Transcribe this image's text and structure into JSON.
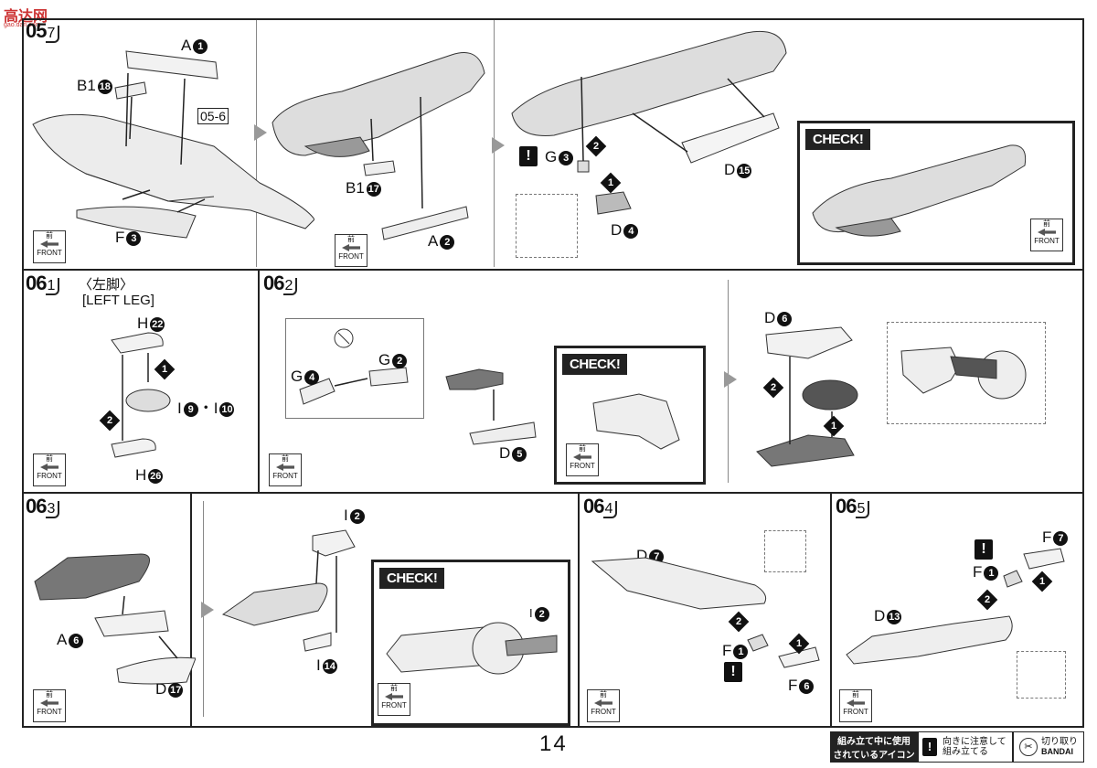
{
  "watermark": {
    "title": "高达网",
    "url": "gao.dan.com"
  },
  "page_number": "14",
  "icons": {
    "front_kanji": "前",
    "front_label": "FRONT",
    "check_label": "CHECK!",
    "warn_symbol": "!"
  },
  "step_05_7": {
    "code": "05",
    "sub": "7",
    "ref": "05-6",
    "labels": [
      "A",
      "B1",
      "F",
      "B1",
      "A",
      "G",
      "D",
      "D"
    ],
    "nums": [
      "1",
      "18",
      "3",
      "17",
      "2",
      "3",
      "4",
      "15"
    ]
  },
  "step_06_1": {
    "code": "06",
    "sub": "1",
    "title_jp": "〈左脚〉",
    "title_en": "[LEFT LEG]",
    "labels": [
      "H",
      "I",
      "I",
      "H"
    ],
    "nums": [
      "22",
      "9",
      "10",
      "26"
    ],
    "dot": "・"
  },
  "step_06_2": {
    "code": "06",
    "sub": "2",
    "labels": [
      "G",
      "G",
      "D",
      "D"
    ],
    "nums": [
      "4",
      "2",
      "5",
      "6"
    ]
  },
  "step_06_3": {
    "code": "06",
    "sub": "3",
    "labels": [
      "A",
      "D",
      "I",
      "I",
      "I"
    ],
    "nums": [
      "6",
      "17",
      "2",
      "14",
      "2"
    ]
  },
  "step_06_4": {
    "code": "06",
    "sub": "4",
    "labels": [
      "D",
      "F",
      "F"
    ],
    "nums": [
      "7",
      "1",
      "6"
    ]
  },
  "step_06_5": {
    "code": "06",
    "sub": "5",
    "labels": [
      "F",
      "F",
      "D"
    ],
    "nums": [
      "7",
      "1",
      "13"
    ]
  },
  "order": [
    "1",
    "2"
  ],
  "legend": {
    "title1": "組み立て中に使用",
    "title2": "されているアイコン",
    "item1a": "向きに注意して",
    "item1b": "組み立てる",
    "item2": "切り取り",
    "bandai": "BANDAI"
  }
}
